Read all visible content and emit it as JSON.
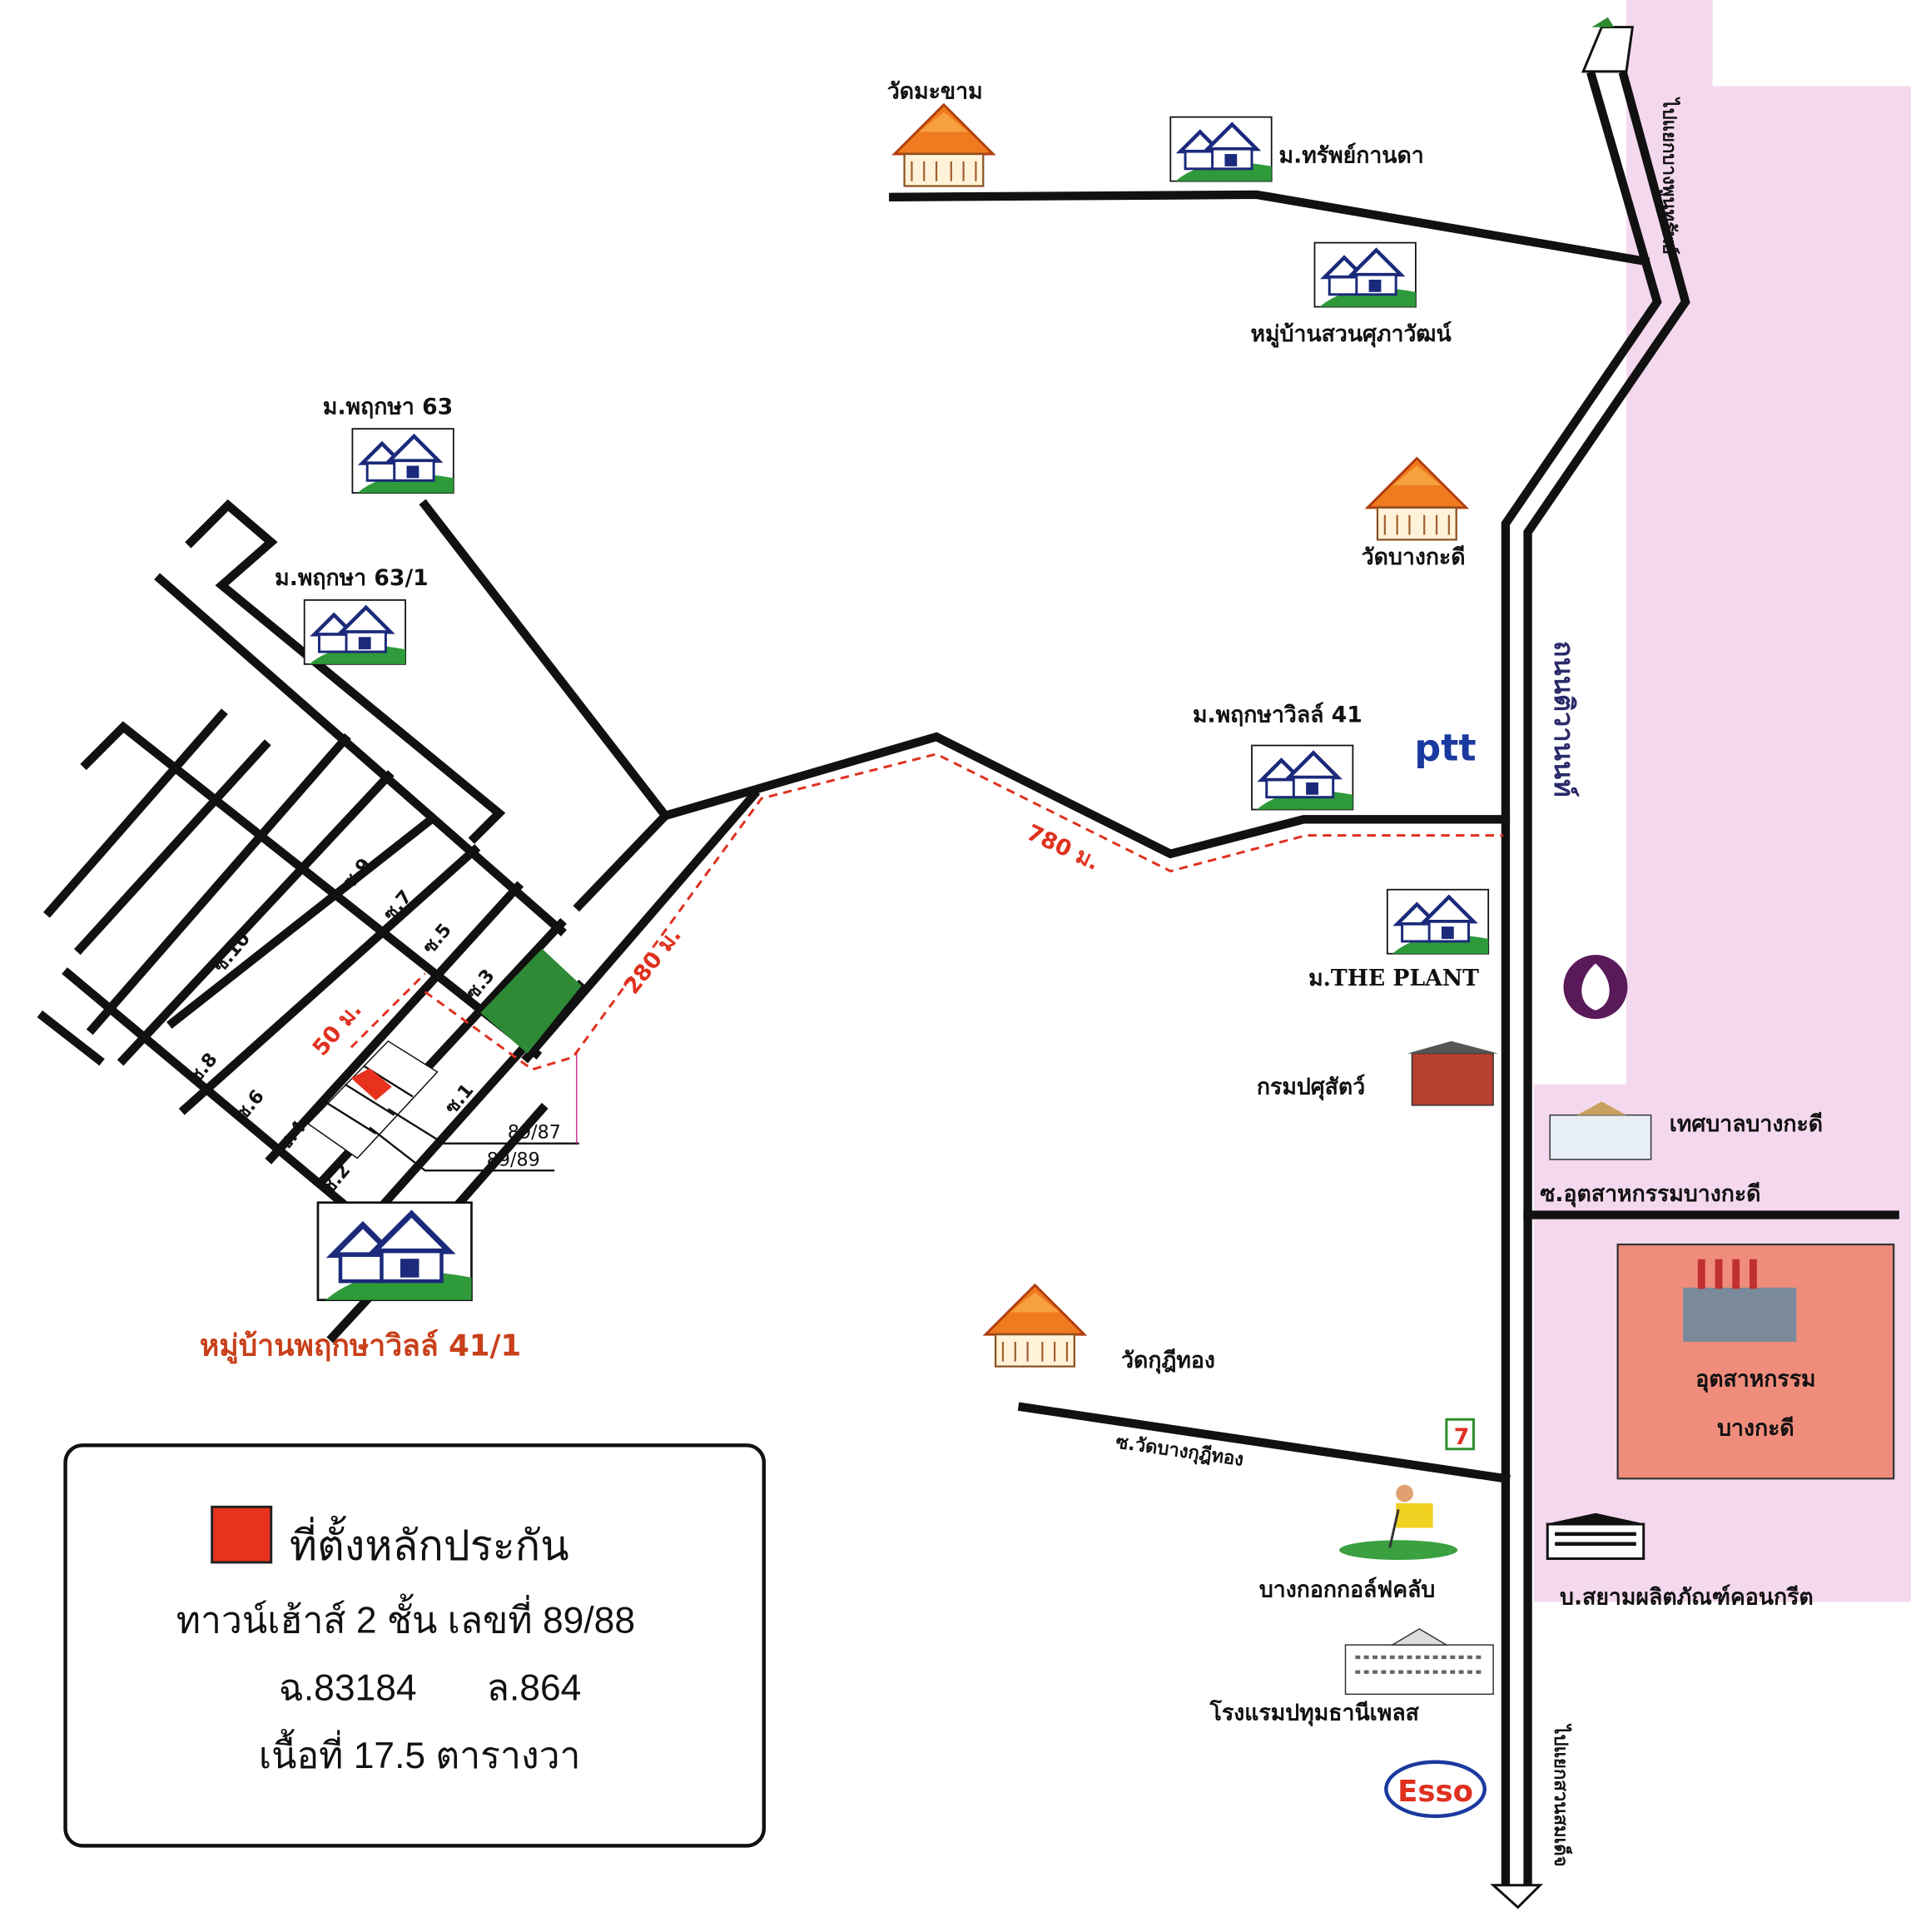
{
  "map": {
    "main_road": "ถนนติวานนท์",
    "to_north": "ไปแยกบางพูนทรัพย์",
    "to_south": "ไปแยกสวนสมเด็จ",
    "distances": {
      "d780": "780 ม.",
      "d280": "280 ม.",
      "d50": "50 ม."
    },
    "sois": [
      "ซ.1",
      "ซ.2",
      "ซ.3",
      "ซ.4",
      "ซ.5",
      "ซ.6",
      "ซ.7",
      "ซ.8",
      "ซ.9",
      "ซ.10"
    ],
    "plots": {
      "p87": "89/87",
      "p89": "89/89"
    },
    "landmarks": {
      "wat_makham": "วัดมะขาม",
      "sap_kanda": "ม.ทรัพย์กานดา",
      "suan_supawat": "หมู่บ้านสวนศุภาวัฒน์",
      "pruksa63": "ม.พฤกษา 63",
      "pruksa631": "ม.พฤกษา 63/1",
      "wat_bangkadi": "วัดบางกะดี",
      "pruksaville41": "ม.พฤกษาวิลล์ 41",
      "ptt": "ptt",
      "the_plant": "ม.THE PLANT",
      "livestock": "กรมปศุสัตว์",
      "municipality": "เทศบาลบางกะดี",
      "soi_industrial": "ซ.อุตสาหกรรมบางกะดี",
      "industrial_1": "อุตสาหกรรม",
      "industrial_2": "บางกะดี",
      "wat_kuti": "วัดกุฎีทอง",
      "soi_wat_kuti": "ซ.วัดบางกุฎีทอง",
      "seven": "7",
      "golf": "บางกอกกอล์ฟคลับ",
      "siam_concrete": "บ.สยามผลิตภัณฑ์คอนกรีต",
      "hotel": "โรงแรมปทุมธานีเพลส",
      "esso": "Esso",
      "village_main": "หมู่บ้านพฤกษาวิลล์ 41/1"
    }
  },
  "legend": {
    "title": "ที่ตั้งหลักประกัน",
    "line1": "ทาวน์เฮ้าส์ 2 ชั้น  เลขที่ 89/88",
    "deed": "ฉ.83184",
    "land_no": "ล.864",
    "area": "เนื้อที่ 17.5 ตารางวา",
    "marker_color": "#e8321e"
  }
}
